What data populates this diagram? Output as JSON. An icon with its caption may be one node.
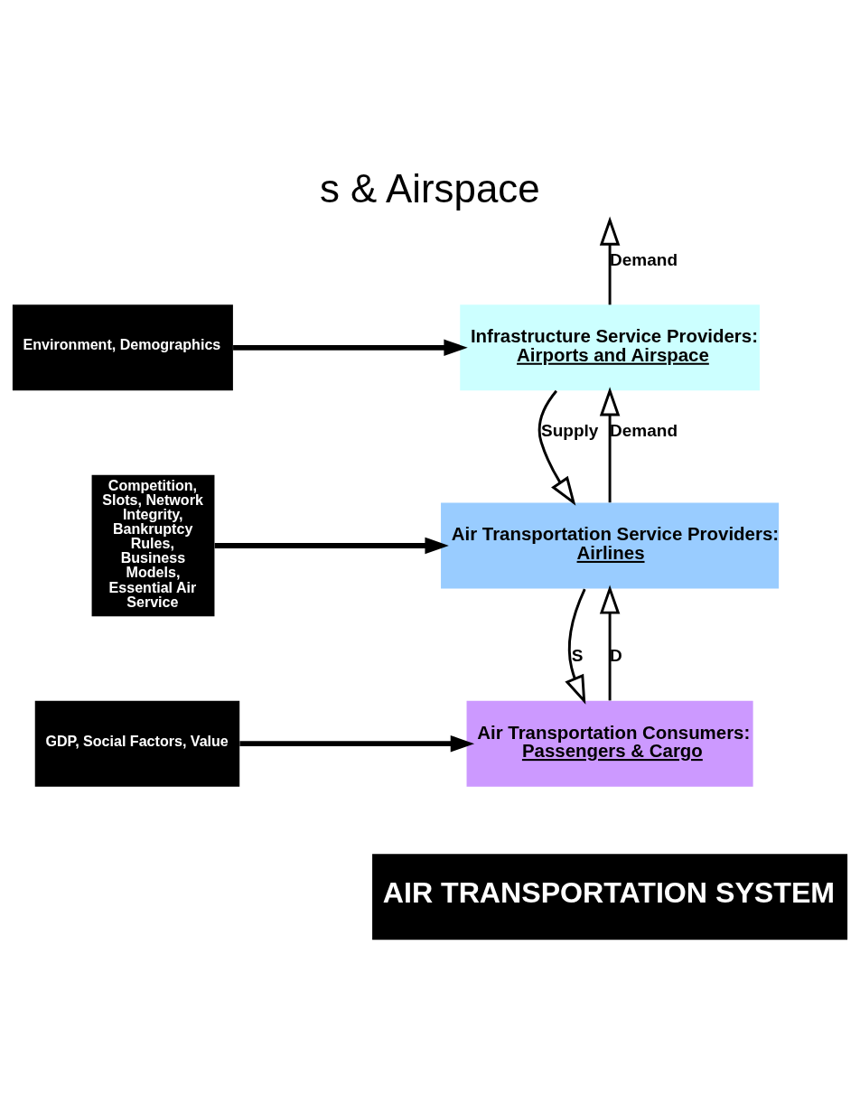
{
  "diagram": {
    "title": "s & Airspace",
    "nodes": [
      {
        "text": [
          "Environment, Demographics"
        ]
      },
      {
        "text": [
          "Infrastructure Service Providers:",
          "Airports and Airspace"
        ]
      },
      {
        "text": [
          "Competition, Slots, Network Integrity, Bankruptcy Rules, Business Models, Essential Air Service"
        ]
      },
      {
        "text": [
          "Air Transportation Service Providers:",
          "Airlines"
        ]
      },
      {
        "text": [
          "GDP, Social Factors, Value"
        ]
      },
      {
        "text": [
          "Air Transportation Consumers:",
          "Passengers & Cargo"
        ]
      },
      {
        "text": [
          "AIR TRANSPORTATION SYSTEM"
        ]
      }
    ],
    "edges": [
      {
        "from": 1,
        "to": null,
        "arrow": "to",
        "label": "Demand"
      },
      {
        "from": 0,
        "to": 1,
        "arrow": "to",
        "style": "thick"
      },
      {
        "from": 1,
        "to": 3,
        "arrow": "to",
        "label": "Supply"
      },
      {
        "from": 3,
        "to": 1,
        "arrow": "to",
        "label": "Demand"
      },
      {
        "from": 2,
        "to": 3,
        "arrow": "to",
        "style": "thick"
      },
      {
        "from": 3,
        "to": 5,
        "arrow": "to",
        "label": "S"
      },
      {
        "from": 5,
        "to": 3,
        "arrow": "to",
        "label": "D"
      },
      {
        "from": 4,
        "to": 5,
        "arrow": "to",
        "style": "thick"
      }
    ]
  }
}
